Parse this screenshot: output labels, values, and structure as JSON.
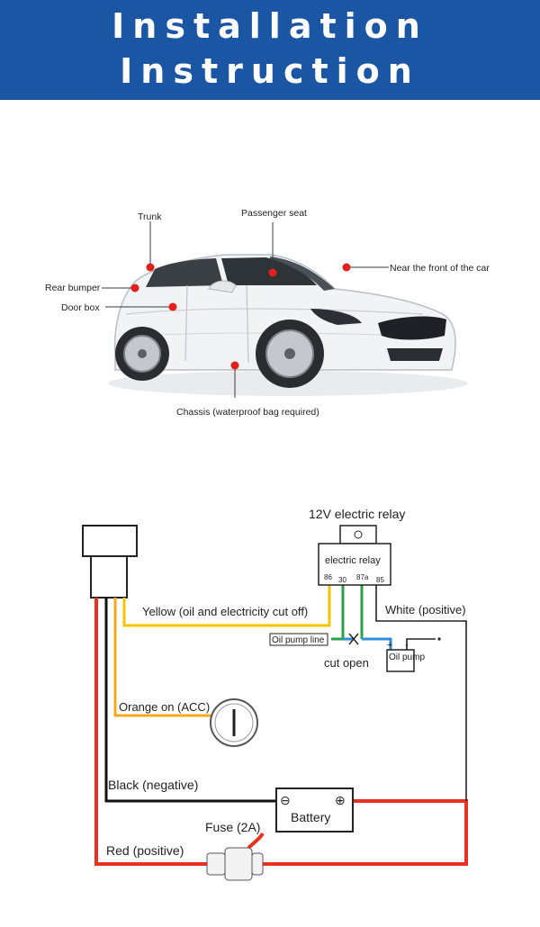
{
  "header": {
    "line1": "Installation",
    "line2": "Instruction",
    "bg_color": "#1a56a3"
  },
  "car": {
    "labels": {
      "trunk": "Trunk",
      "passenger_seat": "Passenger seat",
      "front": "Near the front of the car",
      "rear_bumper": "Rear bumper",
      "door_box": "Door box",
      "chassis": "Chassis (waterproof bag required)"
    },
    "marker_color": "#e0201b"
  },
  "wiring": {
    "relay_title": "12V electric relay",
    "relay_label": "electric relay",
    "pins": [
      "86",
      "30",
      "87a",
      "85"
    ],
    "yellow": "Yellow (oil and electricity cut off)",
    "white": "White (positive)",
    "oil_pump_line": "Oil pump line",
    "cut_open": "cut open",
    "oil_pump": "Oil pump",
    "pump_plus": "+",
    "pump_minus": "-",
    "orange": "Orange on (ACC)",
    "black": "Black (negative)",
    "battery": "Battery",
    "battery_neg": "⊖",
    "battery_pos": "⊕",
    "fuse": "Fuse (2A)",
    "red": "Red (positive)",
    "colors": {
      "red": "#e8321e",
      "yellow": "#f5c400",
      "orange": "#f4a81d",
      "black": "#111111",
      "green": "#2aa24a",
      "blue": "#2f8fd6"
    }
  }
}
